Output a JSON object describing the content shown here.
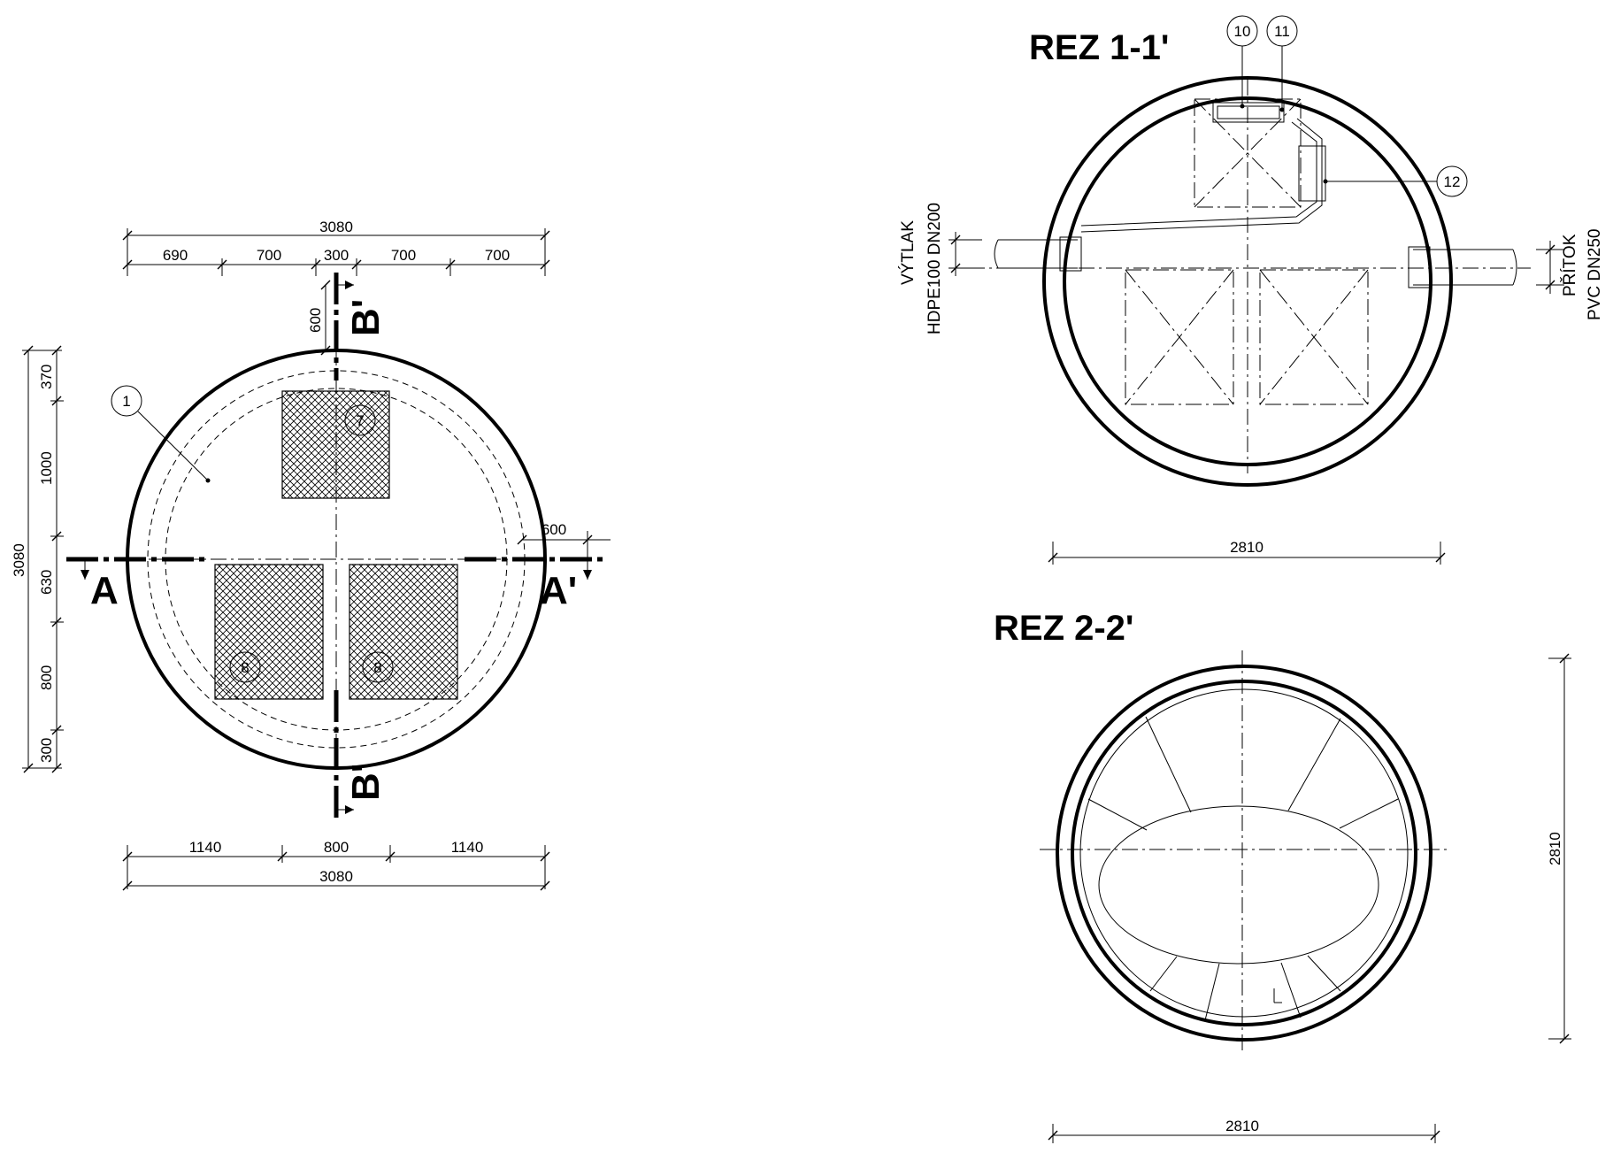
{
  "plan": {
    "top_total": "3080",
    "top_segments": [
      "690",
      "700",
      "300",
      "700",
      "700"
    ],
    "bottom_segments": [
      "1140",
      "800",
      "1140"
    ],
    "bottom_total": "3080",
    "left_total": "3080",
    "left_segments": [
      "370",
      "1000",
      "630",
      "800",
      "300"
    ],
    "b_offset": "600",
    "a_offset": "600",
    "section_A": "A",
    "section_A_prime": "A'",
    "section_B_top": "B'",
    "section_B_bottom": "B'",
    "callout_1": "1",
    "callout_7": "7",
    "callout_8a": "8",
    "callout_8b": "8"
  },
  "section1": {
    "title": "REZ 1-1'",
    "callout_10": "10",
    "callout_11": "11",
    "callout_12": "12",
    "left_pipe_line1": "VÝTLAK",
    "left_pipe_line2": "HDPE100 DN200",
    "right_pipe_line1": "PŘÍTOK",
    "right_pipe_line2": "PVC DN250",
    "width_dim": "2810"
  },
  "section2": {
    "title": "REZ 2-2'",
    "width_dim": "2810",
    "height_dim": "2810"
  }
}
